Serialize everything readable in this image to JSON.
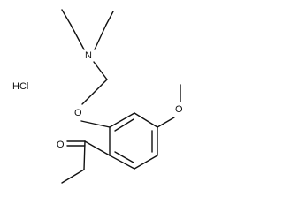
{
  "molecule": {
    "labels": {
      "amine_n": "N",
      "ether_o": "O",
      "methoxy_o": "O",
      "ketone_o": "O",
      "salt": "HCl"
    },
    "colors": {
      "bond": "#111111",
      "text": "#111111",
      "background": "#ffffff"
    }
  }
}
